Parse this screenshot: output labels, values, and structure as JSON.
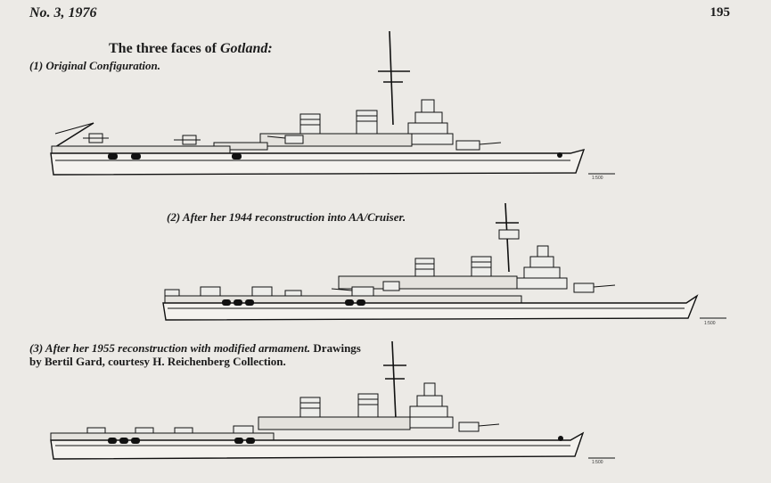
{
  "header": {
    "issue": "No. 3, 1976",
    "page_number": "195"
  },
  "figure": {
    "title_prefix": "The three faces of ",
    "title_ship": "Gotland:",
    "captions": {
      "one": "(1)  Original Configuration.",
      "two": "(2)  After her 1944 reconstruction into AA/Cruiser.",
      "three_italic": "(3) After her 1955 reconstruction with modified armament.",
      "three_plain": " Drawings by Bertil Gard, courtesy H. Reichenberg Collection."
    }
  },
  "colors": {
    "paper": "#eceae6",
    "ink": "#111111"
  }
}
